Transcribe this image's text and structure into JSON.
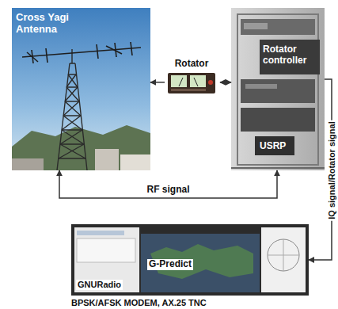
{
  "diagram": {
    "caption": "BPSK/AFSK MODEM, AX.25 TNC",
    "nodes": [
      {
        "text": [
          "Cross Yagi Antenna"
        ]
      },
      {
        "text": [
          "Rotator"
        ]
      },
      {
        "text": [
          "Rotator controller",
          "USRP"
        ]
      },
      {
        "text": [
          "GNURadio",
          "G-Predict"
        ]
      }
    ],
    "edges": [
      {
        "from": 1,
        "to": 0,
        "arrow": "to"
      },
      {
        "from": 1,
        "to": 2,
        "arrow": "both"
      },
      {
        "from": 0,
        "to": 2,
        "label": "RF signal",
        "arrow": "both"
      },
      {
        "from": 2,
        "to": 3,
        "label": "IQ signal/Rotator signal",
        "arrow": "to"
      }
    ]
  }
}
